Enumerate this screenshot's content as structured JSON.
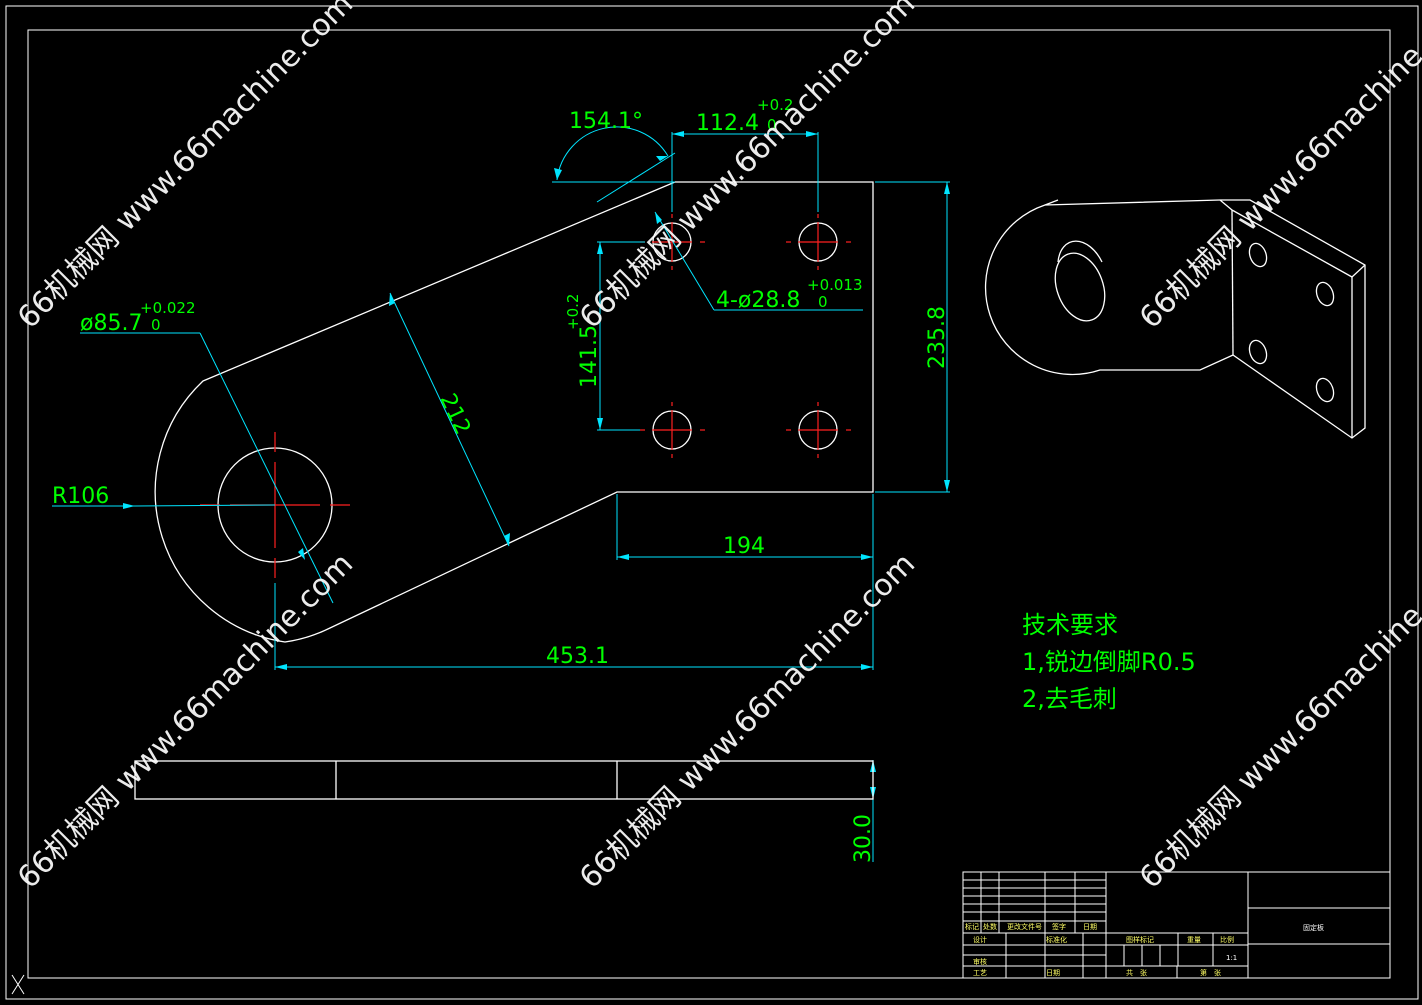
{
  "watermark": "66机械网 www.66machine.com",
  "dimensions": {
    "angle": "154.1°",
    "hole_spacing_h": "112.4",
    "hole_spacing_h_tol_upper": "+0.2",
    "hole_spacing_h_tol_lower": "0",
    "hole_callout": "4-ø28.8",
    "hole_tol_upper": "+0.013",
    "hole_tol_lower": "0",
    "bore": "ø85.7",
    "bore_tol_upper": "+0.022",
    "bore_tol_lower": "0",
    "hole_spacing_v": "141.5",
    "hole_spacing_v_tol": "+0.2",
    "diag_width": "212",
    "height": "235.8",
    "radius": "R106",
    "flange_width": "194",
    "overall_length": "453.1",
    "thickness": "30.0"
  },
  "technical_requirements": {
    "title": "技术要求",
    "item1": "1,锐边倒脚R0.5",
    "item2": "2,去毛刺"
  },
  "title_block": {
    "part_name": "固定板",
    "scale": "1:1",
    "r_mark": "标记",
    "r_count": "处数",
    "r_doc": "更改文件号",
    "r_sign": "签字",
    "r_date": "日期",
    "r_design": "设计",
    "r_std": "标准化",
    "r_check": "审核",
    "r_process": "工艺",
    "r_date2": "日期",
    "r_stage": "图样标记",
    "r_weight": "重量",
    "r_ratio": "比例",
    "r_sheets": "共　张",
    "r_sheet": "第　张"
  },
  "colors": {
    "background": "#000000",
    "outline": "#ffffff",
    "dimension": "#00ff00",
    "dimension_line": "#00e5ff",
    "centerline": "#ff0000"
  }
}
